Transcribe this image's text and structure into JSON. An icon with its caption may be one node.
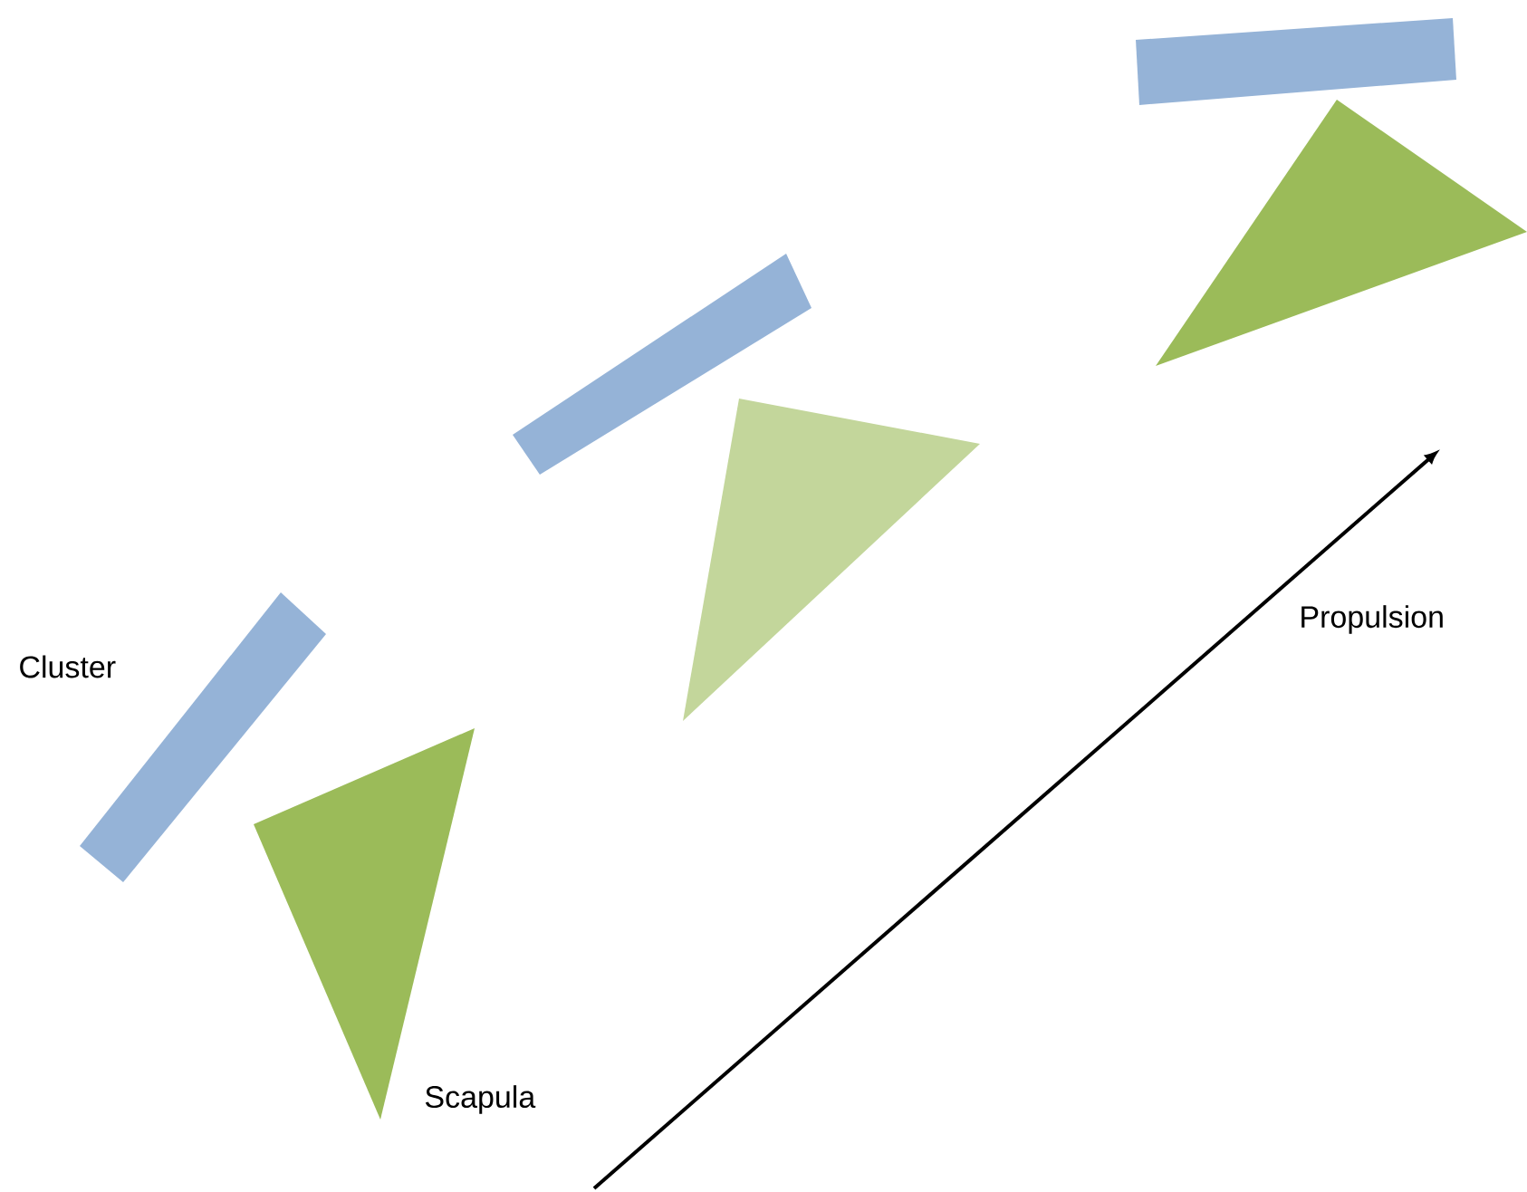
{
  "diagram": {
    "labels": [
      "Cluster",
      "Propulsion",
      "Scapula"
    ]
  }
}
